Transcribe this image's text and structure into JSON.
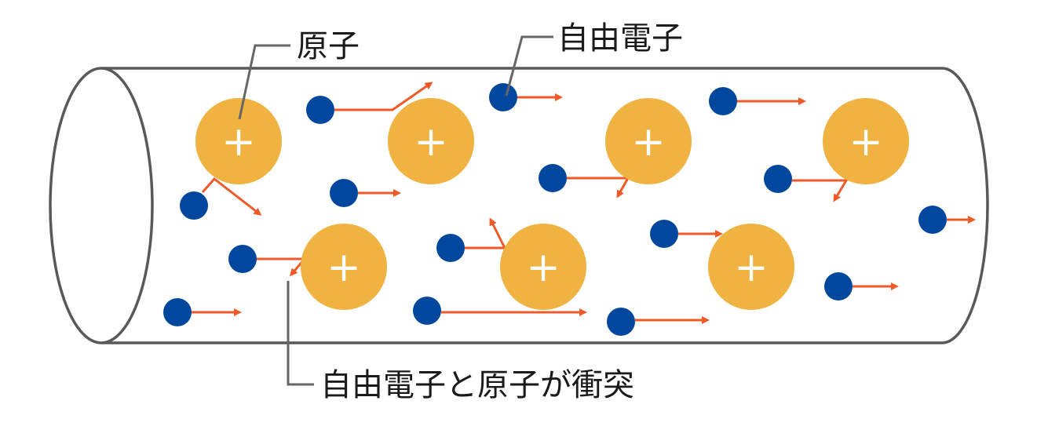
{
  "labels": {
    "atom": "原子",
    "free_electron": "自由電子",
    "collision": "自由電子と原子が衝突"
  },
  "atom_symbol": "+",
  "colors": {
    "atom": "#F0B240",
    "electron": "#00479D",
    "arrow": "#F05A28",
    "outline": "#595959",
    "leader": "#666666",
    "text": "#1a1a1a",
    "background": "#ffffff"
  }
}
